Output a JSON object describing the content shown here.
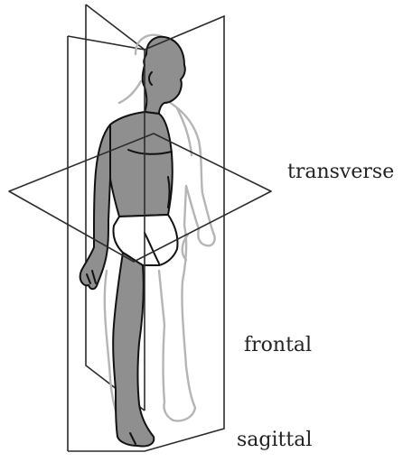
{
  "labels": {
    "transverse": "transverse",
    "frontal": "frontal",
    "sagittal": "sagittal"
  },
  "colors": {
    "plane_line": "#2b2b2b",
    "body_fill": "#8f8f8f",
    "body_outline": "#111111",
    "ghost_outline": "#b5b5b5"
  }
}
